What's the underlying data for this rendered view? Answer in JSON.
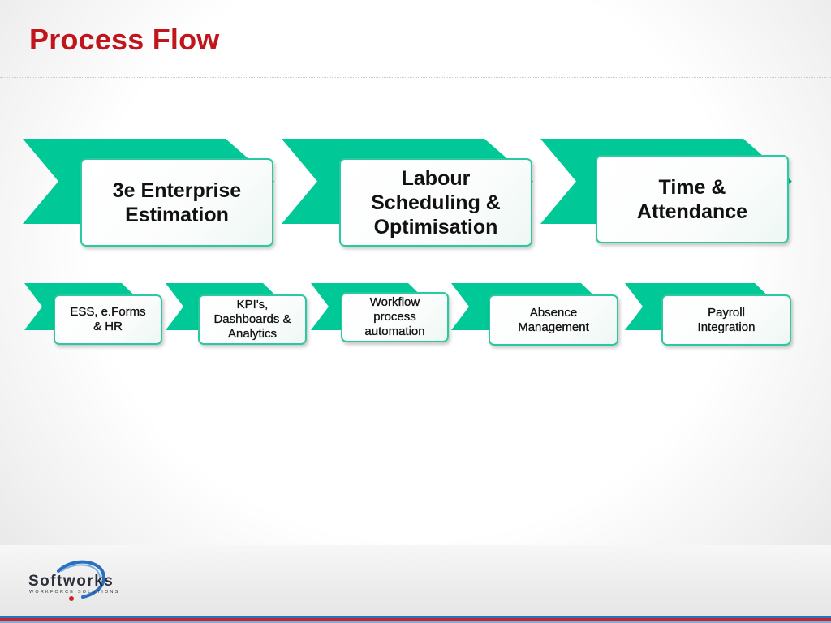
{
  "title": "Process Flow",
  "accent_color": "#c0151b",
  "arrow_color": "#00c896",
  "box_border_color": "#2bc9a0",
  "top_row": [
    {
      "label": "3e Enterprise\nEstimation"
    },
    {
      "label": "Labour\nScheduling &\nOptimisation"
    },
    {
      "label": "Time &\nAttendance"
    }
  ],
  "bottom_row": [
    {
      "label": "ESS, e.Forms\n& HR"
    },
    {
      "label": "KPI's,\nDashboards &\nAnalytics"
    },
    {
      "label": "Workflow\nprocess\nautomation"
    },
    {
      "label": "Absence\nManagement"
    },
    {
      "label": "Payroll\nIntegration"
    }
  ],
  "logo": {
    "name": "Softworks",
    "tagline": "WORKFORCE SOLUTIONS"
  }
}
